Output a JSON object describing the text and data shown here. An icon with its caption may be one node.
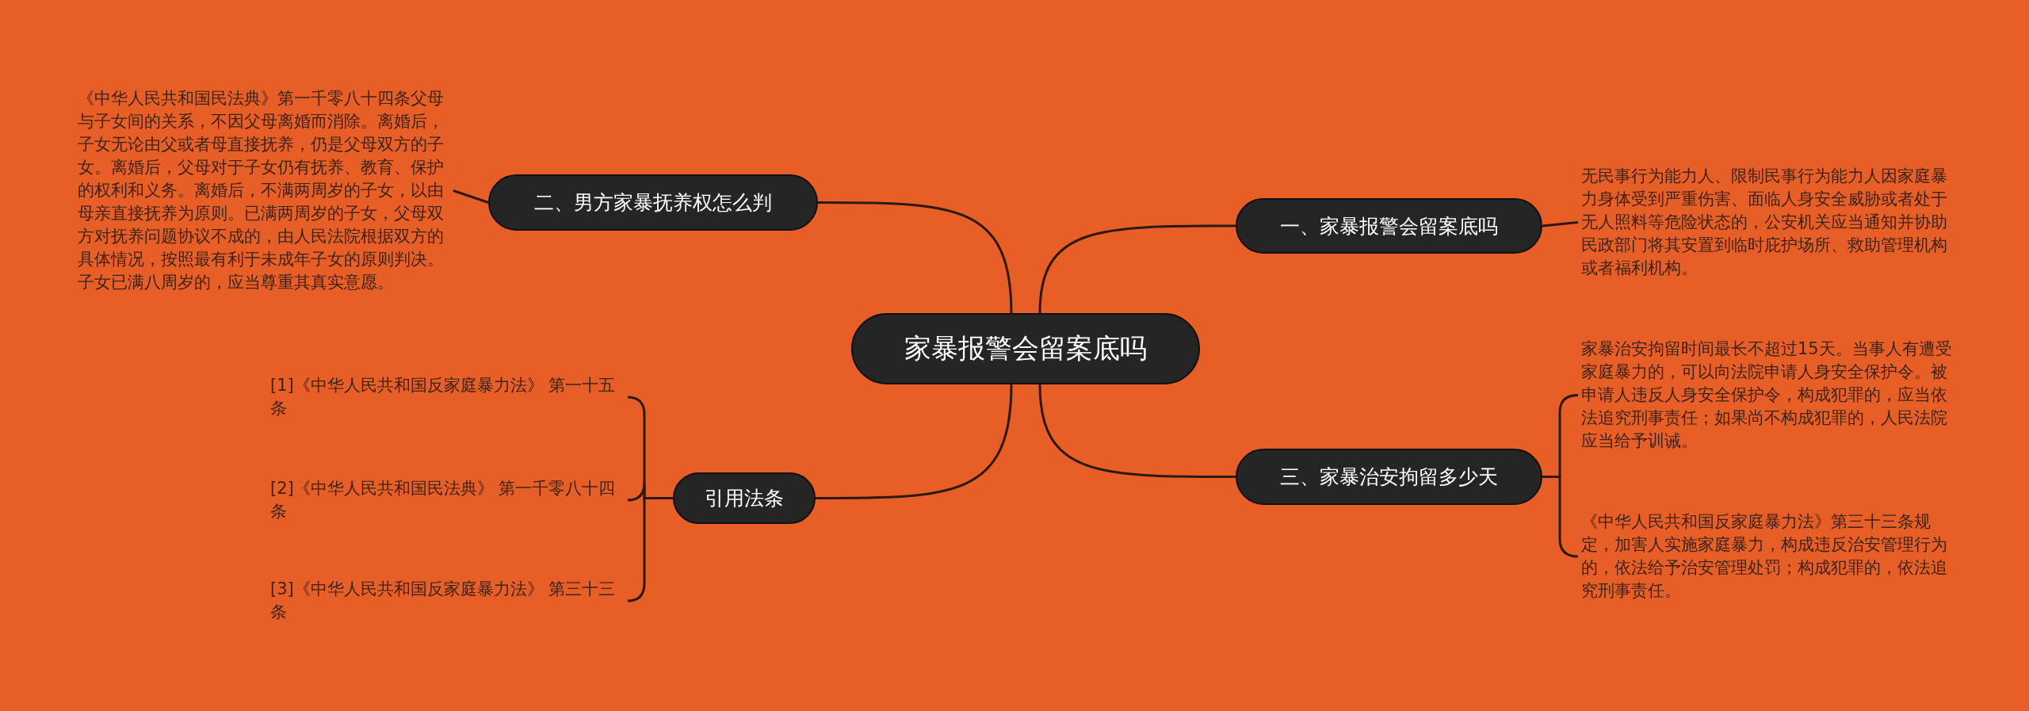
{
  "diagram": {
    "nodes": [
      {
        "text": [
          "家暴报警会留案底吗"
        ]
      },
      {
        "text": [
          "二、男方家暴抚养权怎么判"
        ]
      },
      {
        "text": [
          "《中华人民共和国民法典》第一千零八十四条父母与子女间的关系，不因父母离婚而消除。离婚后，子女无论由父或者母直接抚养，仍是父母双方的子女。离婚后，父母对于子女仍有抚养、教育、保护的权利和义务。离婚后，不满两周岁的子女，以由母亲直接抚养为原则。已满两周岁的子女，父母双方对抚养问题协议不成的，由人民法院根据双方的具体情况，按照最有利于未成年子女的原则判决。子女已满八周岁的，应当尊重其真实意愿。"
        ]
      },
      {
        "text": [
          "一、家暴报警会留案底吗"
        ]
      },
      {
        "text": [
          "无民事行为能力人、限制民事行为能力人因家庭暴力身体受到严重伤害、面临人身安全威胁或者处于无人照料等危险状态的，公安机关应当通知并协助民政部门将其安置到临时庇护场所、救助管理机构或者福利机构。"
        ]
      },
      {
        "text": [
          "引用法条"
        ]
      },
      {
        "text": [
          "[1]《中华人民共和国反家庭暴力法》 第一十五条"
        ]
      },
      {
        "text": [
          "[2]《中华人民共和国民法典》 第一千零八十四条"
        ]
      },
      {
        "text": [
          "[3]《中华人民共和国反家庭暴力法》 第三十三条"
        ]
      },
      {
        "text": [
          "三、家暴治安拘留多少天"
        ]
      },
      {
        "text": [
          "家暴治安拘留时间最长不超过15天。当事人有遭受家庭暴力的，可以向法院申请人身安全保护令。被申请人违反人身安全保护令，构成犯罪的，应当依法追究刑事责任；如果尚不构成犯罪的，人民法院应当给予训诫。"
        ]
      },
      {
        "text": [
          "《中华人民共和国反家庭暴力法》第三十三条规定，加害人实施家庭暴力，构成违反治安管理行为的，依法给予治安管理处罚；构成犯罪的，依法追究刑事责任。"
        ]
      }
    ],
    "edges": [
      {
        "from": 0,
        "to": 1,
        "arrow": "none"
      },
      {
        "from": 1,
        "to": 2,
        "arrow": "none"
      },
      {
        "from": 0,
        "to": 3,
        "arrow": "none"
      },
      {
        "from": 3,
        "to": 4,
        "arrow": "none"
      },
      {
        "from": 0,
        "to": 5,
        "arrow": "none"
      },
      {
        "from": 5,
        "to": 6,
        "arrow": "none"
      },
      {
        "from": 5,
        "to": 7,
        "arrow": "none"
      },
      {
        "from": 5,
        "to": 8,
        "arrow": "none"
      },
      {
        "from": 0,
        "to": 9,
        "arrow": "none"
      },
      {
        "from": 9,
        "to": 10,
        "arrow": "none"
      },
      {
        "from": 9,
        "to": 11,
        "arrow": "none"
      }
    ]
  }
}
